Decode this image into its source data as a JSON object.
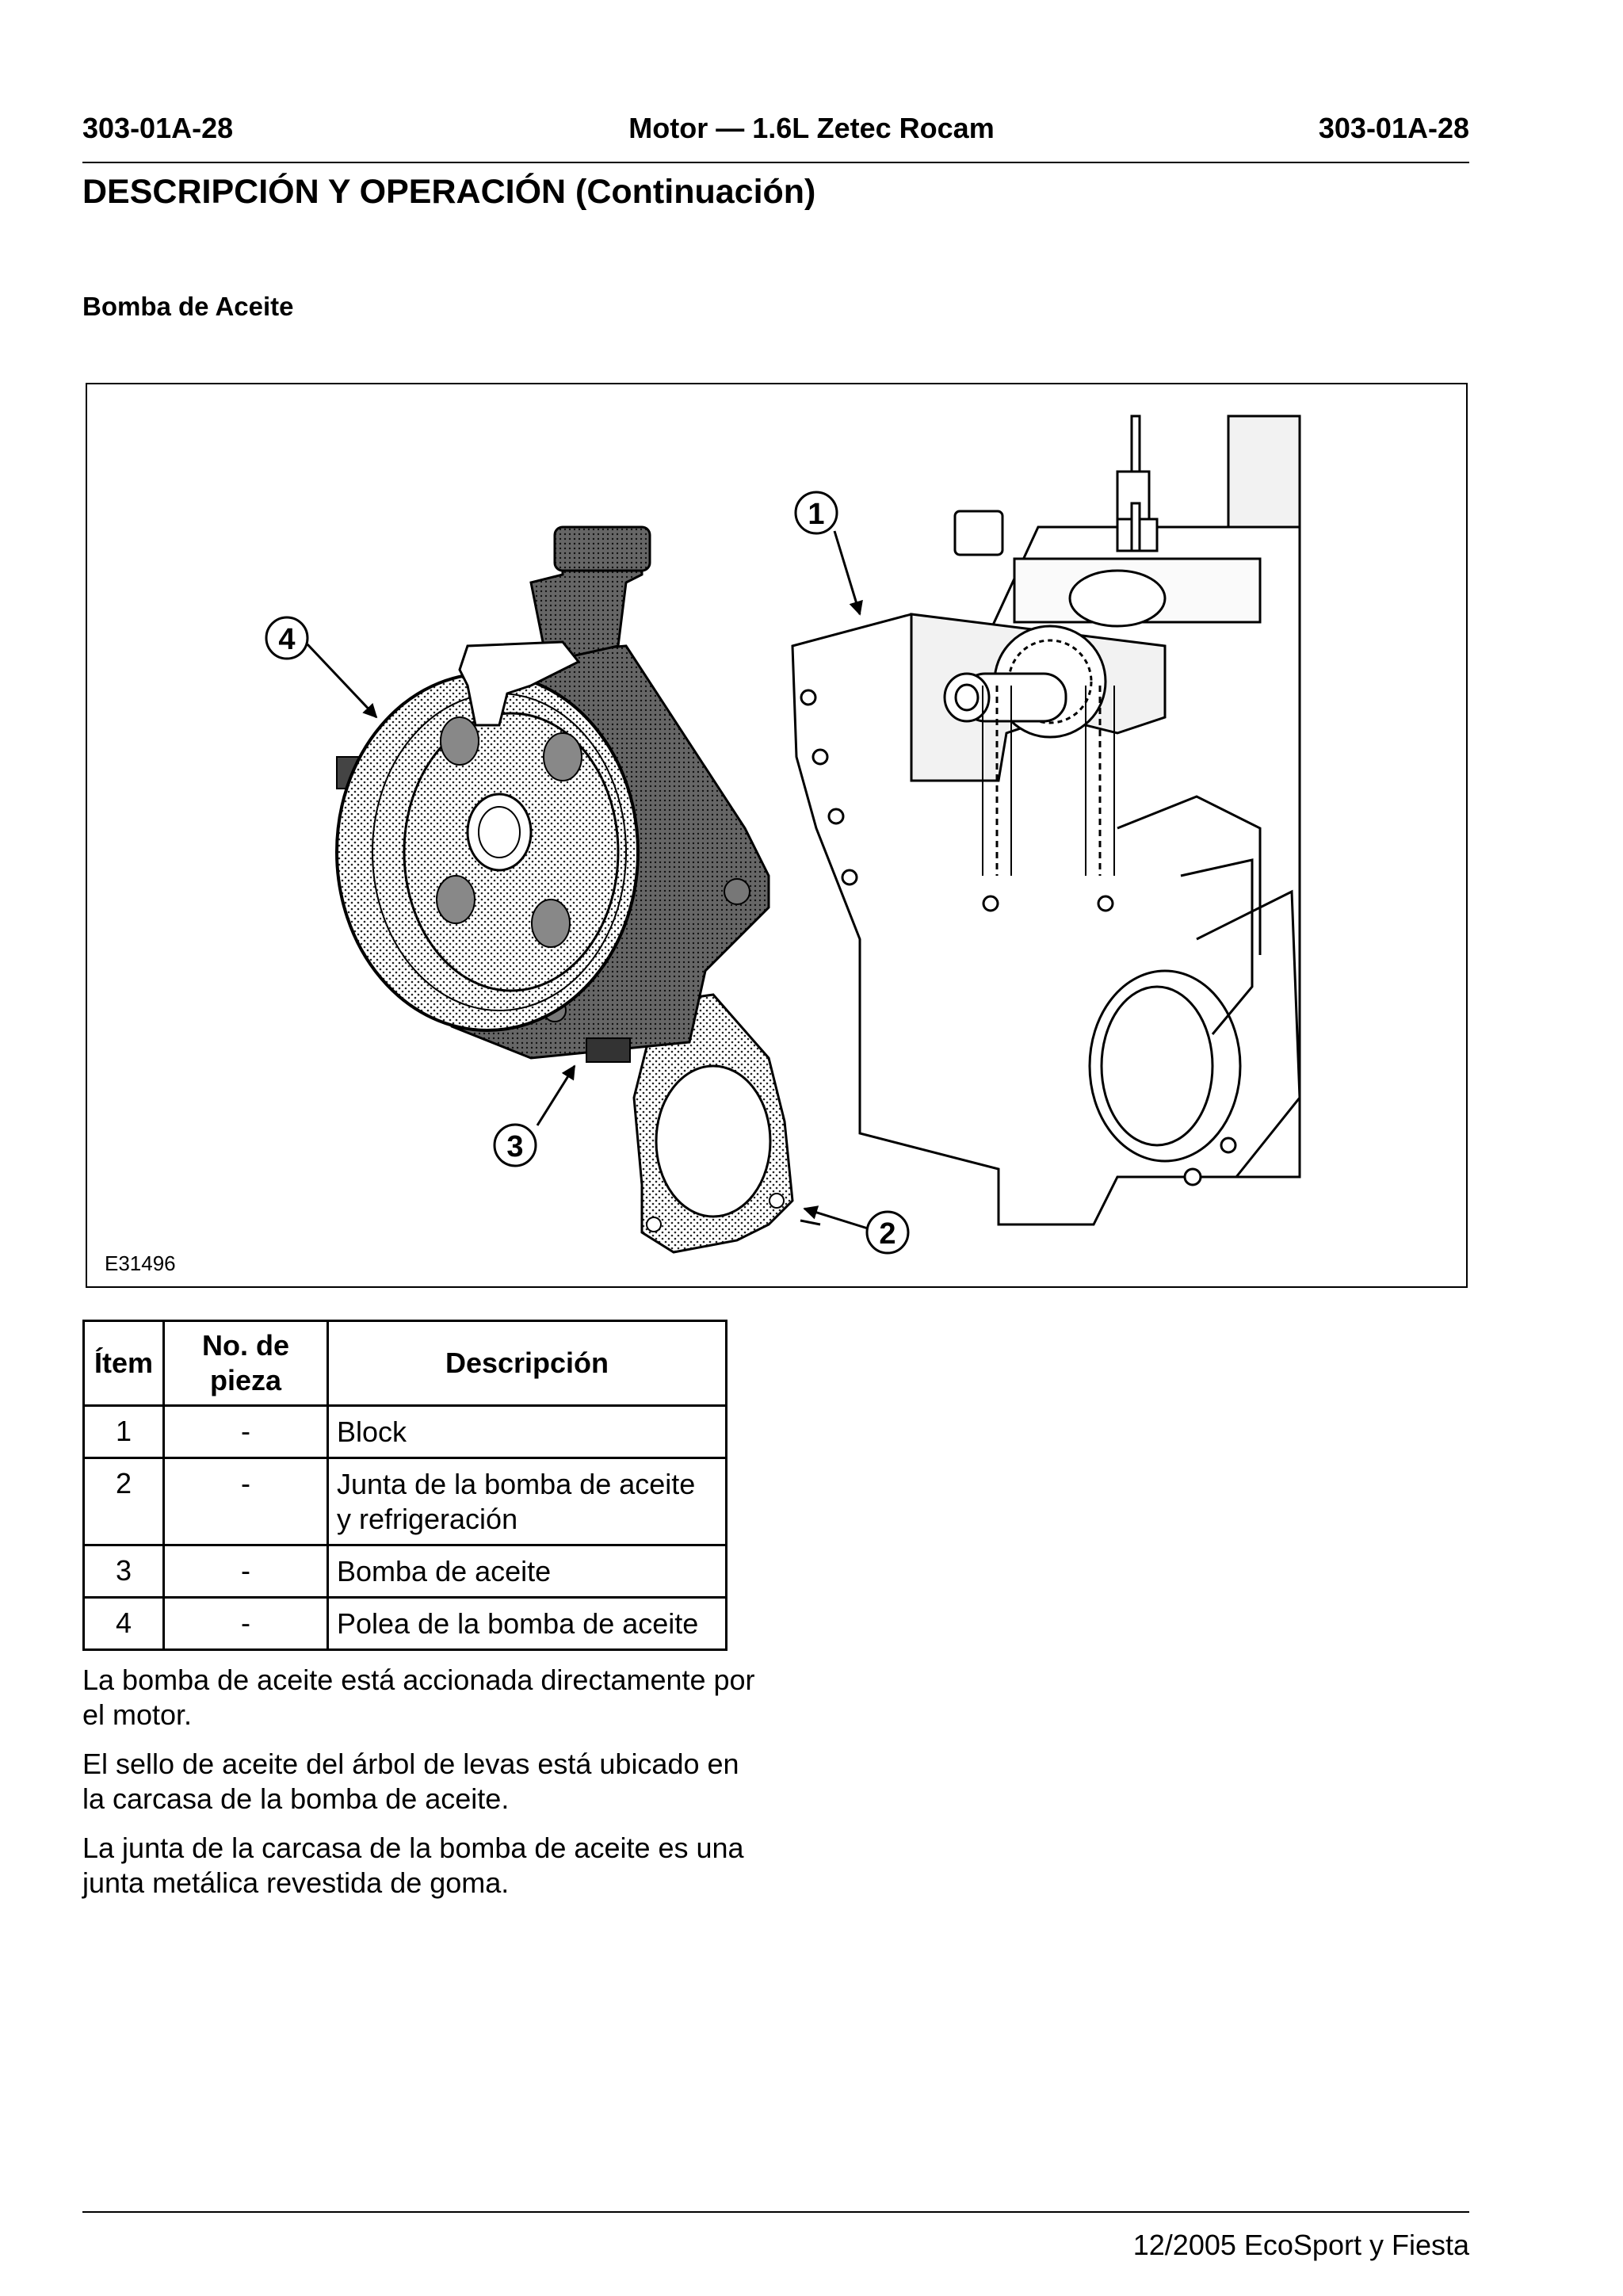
{
  "header": {
    "left_code": "303-01A-28",
    "center_title": "Motor — 1.6L Zetec Rocam",
    "right_code": "303-01A-28"
  },
  "section_title": "DESCRIPCIÓN Y OPERACIÓN (Continuación)",
  "subsection_title": "Bomba de Aceite",
  "figure": {
    "id": "E31496",
    "callouts": [
      "1",
      "2",
      "3",
      "4"
    ]
  },
  "parts_table": {
    "headers": [
      "Ítem",
      "No. de pieza",
      "Descripción"
    ],
    "rows": [
      {
        "item": "1",
        "part_no": "-",
        "description": "Block"
      },
      {
        "item": "2",
        "part_no": "-",
        "description": "Junta de la bomba de aceite y refrigeración"
      },
      {
        "item": "3",
        "part_no": "-",
        "description": "Bomba de aceite"
      },
      {
        "item": "4",
        "part_no": "-",
        "description": "Polea de la bomba de aceite"
      }
    ]
  },
  "paragraphs": [
    "La bomba de aceite está accionada directamente por el motor.",
    "El sello de aceite del árbol de levas está ubicado en la carcasa de la bomba de aceite.",
    "La junta de la carcasa de la bomba de aceite es una junta metálica revestida de goma."
  ],
  "footer": {
    "text": "12/2005 EcoSport y Fiesta"
  }
}
